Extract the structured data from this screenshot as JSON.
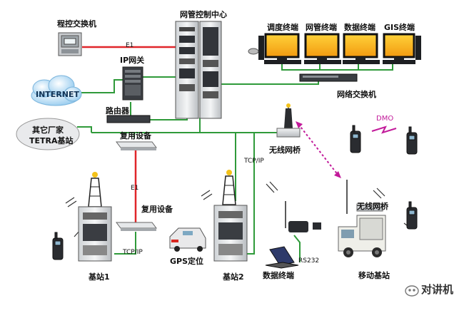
{
  "labels": {
    "pbx": "程控交换机",
    "e1_top": "E1",
    "ip_gateway": "IP网关",
    "nms_center": "网管控制中心",
    "dispatch_terminal": "调度终端",
    "nms_terminal": "网管终端",
    "data_terminal": "数据终端",
    "gis_terminal": "GIS终端",
    "internet": "INTERNET",
    "network_switch": "网络交换机",
    "router": "路由器",
    "other_tetra_line1": "其它厂家",
    "other_tetra_line2": "TETRA基站",
    "mux_top": "复用设备",
    "dmo": "DMO",
    "tcp_ip_right": "TCP/IP",
    "wireless_bridge_top": "无线网桥",
    "e1_mid": "E1",
    "mux_bottom": "复用设备",
    "wireless_bridge_right": "无线网桥",
    "rs232": "RS232",
    "tcp_ip_bottom": "TCP/IP",
    "gps": "GPS定位",
    "base1": "基站1",
    "base2": "基站2",
    "data_terminal_bottom": "数据终端",
    "mobile_base": "移动基站",
    "watermark": "对讲机"
  },
  "colors": {
    "ethernet_link": "#2f9a3a",
    "e1_link": "#e0262a",
    "wireless_link": "#c21a9a",
    "label_text": "#111111"
  }
}
